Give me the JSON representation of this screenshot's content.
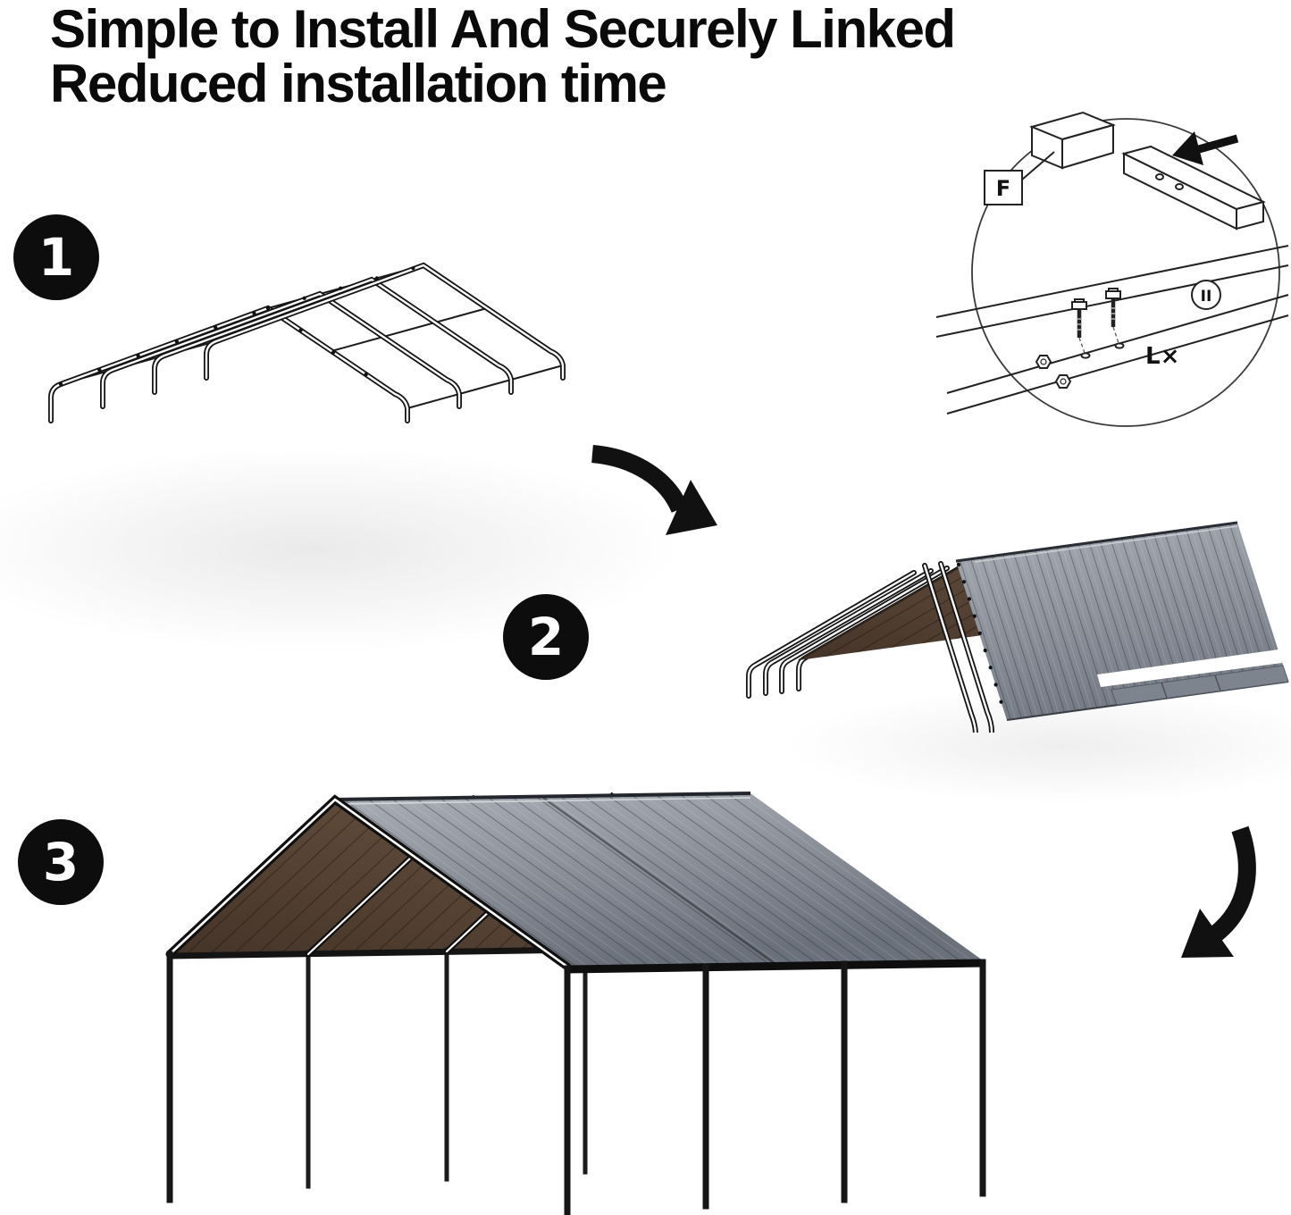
{
  "header": {
    "title_line1": "Simple to Install And Securely Linked",
    "title_line2": "Reduced installation time"
  },
  "steps": [
    {
      "number": "1"
    },
    {
      "number": "2"
    },
    {
      "number": "3"
    }
  ],
  "detail_inset": {
    "part_label": "F",
    "detail_marker": "II",
    "hardware_quantity": "L×"
  },
  "colors": {
    "roof_gray_light": "#aaafb7",
    "roof_gray_dark": "#6b717b",
    "roof_brown_light": "#6f5743",
    "roof_brown_dark": "#443428",
    "frame_black": "#161616",
    "badge_black": "#0d0d0d",
    "text_black": "#0a0a0a"
  }
}
